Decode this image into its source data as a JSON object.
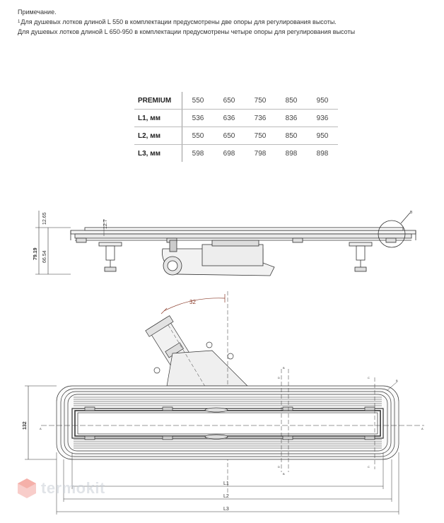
{
  "note": {
    "title": "Примечание.",
    "sup": "1",
    "line1": "Для душевых лотков длиной L 550 в комплектации предусмотрены две опоры для регулирования высоты.",
    "line2": "Для душевых лотков длиной L 650-950 в комплектации предусмотрены четыре опоры для регулирования высоты"
  },
  "spec_table": {
    "rows": [
      {
        "label": "PREMIUM",
        "values": [
          "550",
          "650",
          "750",
          "850",
          "950"
        ]
      },
      {
        "label": "L1, мм",
        "values": [
          "536",
          "636",
          "736",
          "836",
          "936"
        ]
      },
      {
        "label": "L2, мм",
        "values": [
          "550",
          "650",
          "750",
          "850",
          "950"
        ]
      },
      {
        "label": "L3, мм",
        "values": [
          "598",
          "698",
          "798",
          "898",
          "898"
        ]
      }
    ]
  },
  "drawing": {
    "dim_total_height": "79.19",
    "dim_body_height": "66.54",
    "dim_top": "12.65",
    "dim_lip": "12.7",
    "dim_angle": "32",
    "dim_width": "132",
    "label_l1": "L1",
    "label_l2": "L2",
    "label_l3": "L3",
    "section_a": "A",
    "section_b": "B",
    "section_c": "C",
    "section_d": "D",
    "detail_mark": "B"
  },
  "logo": {
    "text": "termokit",
    "colors": {
      "mark": "#e74c3c",
      "text": "#c9cfd6"
    }
  }
}
